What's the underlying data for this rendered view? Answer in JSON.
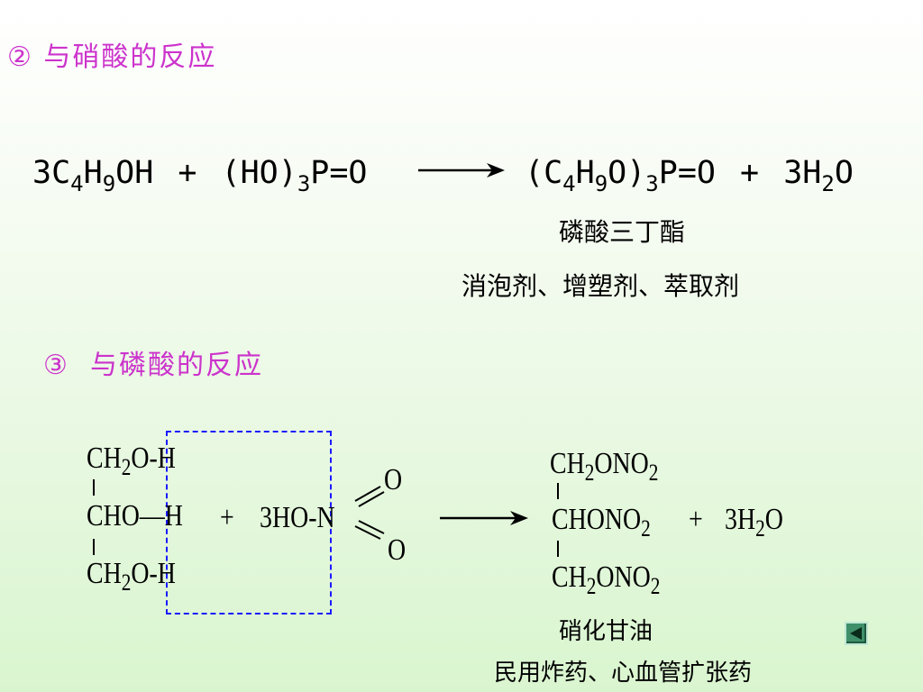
{
  "section2": {
    "title": "② 与硝酸的反应",
    "equation": {
      "r1_coef": "3C",
      "r1_sub1": "4",
      "r1_h": "H",
      "r1_sub2": "9",
      "r1_tail": "OH",
      "plus1": "+",
      "r2_head": "(HO)",
      "r2_sub": "3",
      "r2_tail": "P=O",
      "p1_head": "(C",
      "p1_sub1": "4",
      "p1_h": "H",
      "p1_sub2": "9",
      "p1_o": "O)",
      "p1_sub3": "3",
      "p1_tail": "P=O",
      "plus2": "+",
      "p2_head": "3H",
      "p2_sub": "2",
      "p2_tail": "O"
    },
    "product_name": "磷酸三丁酯",
    "uses": "消泡剂、增塑剂、萃取剂"
  },
  "section3": {
    "title": "③  与磷酸的反应",
    "reactant": {
      "row1_a": "CH",
      "row1_sub": "2",
      "row1_b": "O-H",
      "row2": "CHO—H",
      "row3_a": "CH",
      "row3_sub": "2",
      "row3_b": "O-H"
    },
    "plus1": "+",
    "reagent": "3HO-N",
    "reagent_o1": "O",
    "reagent_o2": "O",
    "product": {
      "row1_a": "CH",
      "row1_sub1": "2",
      "row1_b": "ONO",
      "row1_sub2": "2",
      "row2_a": "CHONO",
      "row2_sub": "2",
      "row3_a": "CH",
      "row3_sub1": "2",
      "row3_b": "ONO",
      "row3_sub2": "2"
    },
    "plus2": "+",
    "water_a": "3H",
    "water_sub": "2",
    "water_b": "O",
    "product_name": "硝化甘油",
    "uses": "民用炸药、心血管扩张药"
  },
  "colors": {
    "heading": "#cc33cc",
    "dashed_box": "#1a1aff"
  },
  "icons": {
    "nav": "back-triangle-icon"
  }
}
